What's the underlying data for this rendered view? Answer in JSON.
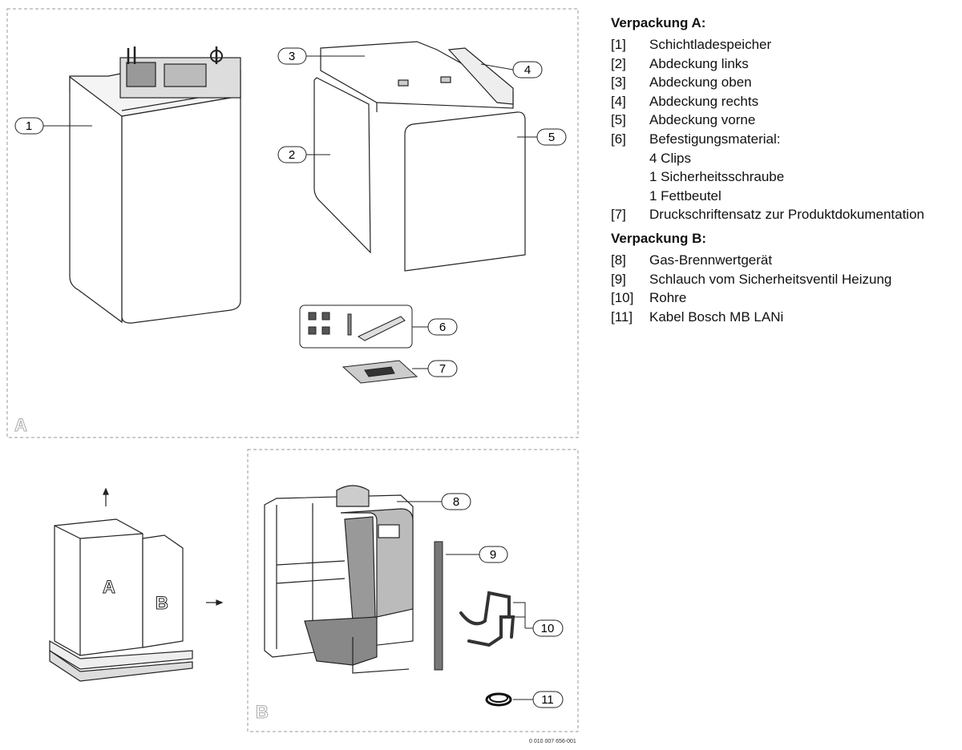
{
  "panels": {
    "a_letter": "A",
    "b_letter": "B"
  },
  "crate": {
    "box_a": "A",
    "box_b": "B"
  },
  "callouts": [
    "1",
    "2",
    "3",
    "4",
    "5",
    "6",
    "7",
    "8",
    "9",
    "10",
    "11"
  ],
  "doc_number": "0 010 007 656-001",
  "legend": {
    "group_a": {
      "title": "Verpackung A:",
      "items": [
        {
          "num": "[1]",
          "label": "Schichtladespeicher"
        },
        {
          "num": "[2]",
          "label": "Abdeckung links"
        },
        {
          "num": "[3]",
          "label": "Abdeckung oben"
        },
        {
          "num": "[4]",
          "label": "Abdeckung rechts"
        },
        {
          "num": "[5]",
          "label": "Abdeckung vorne"
        },
        {
          "num": "[6]",
          "label": "Befestigungsmaterial:"
        },
        {
          "num": "[7]",
          "label": "Druckschriftensatz zur Produktdokumentation"
        }
      ],
      "sub_items": [
        "4 Clips",
        "1 Sicherheitsschraube",
        "1 Fettbeutel"
      ]
    },
    "group_b": {
      "title": "Verpackung B:",
      "items": [
        {
          "num": "[8]",
          "label": "Gas-Brennwertgerät"
        },
        {
          "num": "[9]",
          "label": "Schlauch vom Sicherheitsventil Heizung"
        },
        {
          "num": "[10]",
          "label": "Rohre"
        },
        {
          "num": "[11]",
          "label": "Kabel Bosch MB LANi"
        }
      ]
    }
  }
}
